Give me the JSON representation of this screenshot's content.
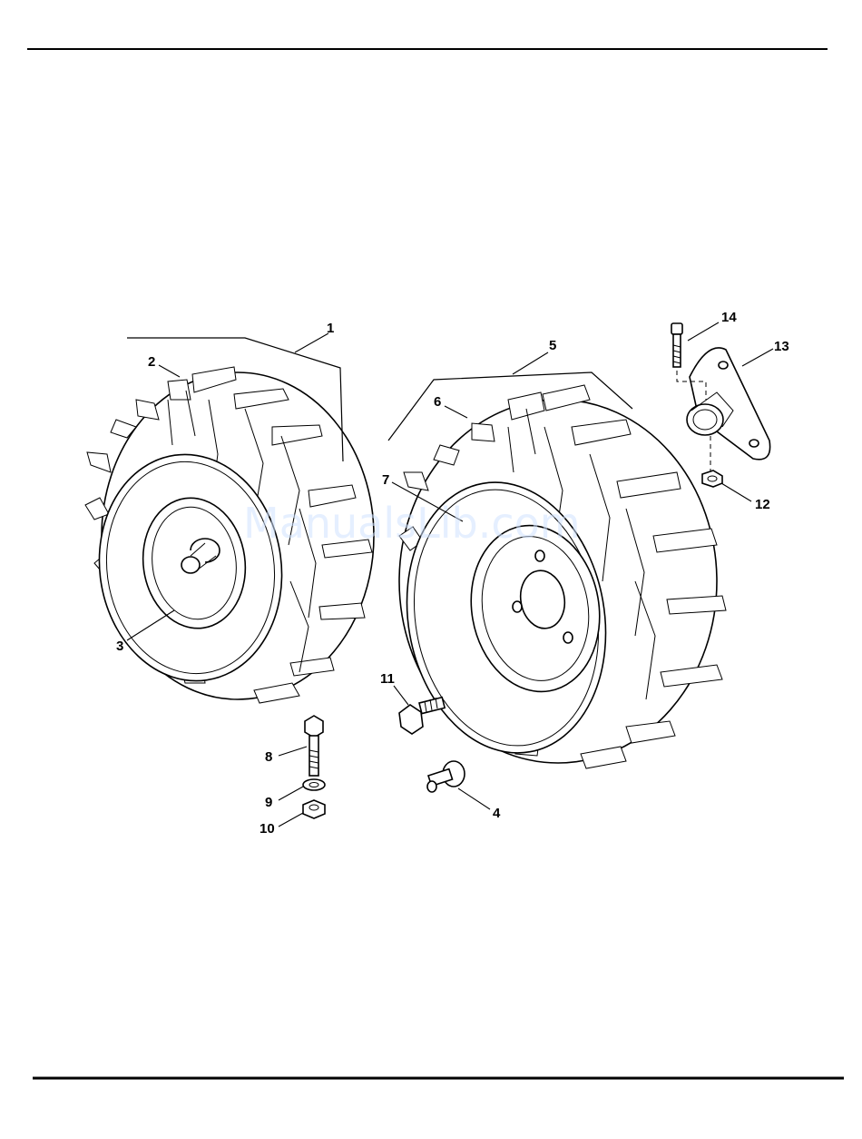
{
  "diagram": {
    "watermark": "ManualsLib.com",
    "callouts": [
      {
        "id": "1",
        "label": "1"
      },
      {
        "id": "2",
        "label": "2"
      },
      {
        "id": "3",
        "label": "3"
      },
      {
        "id": "4",
        "label": "4"
      },
      {
        "id": "5",
        "label": "5"
      },
      {
        "id": "6",
        "label": "6"
      },
      {
        "id": "7",
        "label": "7"
      },
      {
        "id": "8",
        "label": "8"
      },
      {
        "id": "9",
        "label": "9"
      },
      {
        "id": "10",
        "label": "10"
      },
      {
        "id": "11",
        "label": "11"
      },
      {
        "id": "12",
        "label": "12"
      },
      {
        "id": "13",
        "label": "13"
      },
      {
        "id": "14",
        "label": "14"
      }
    ]
  }
}
